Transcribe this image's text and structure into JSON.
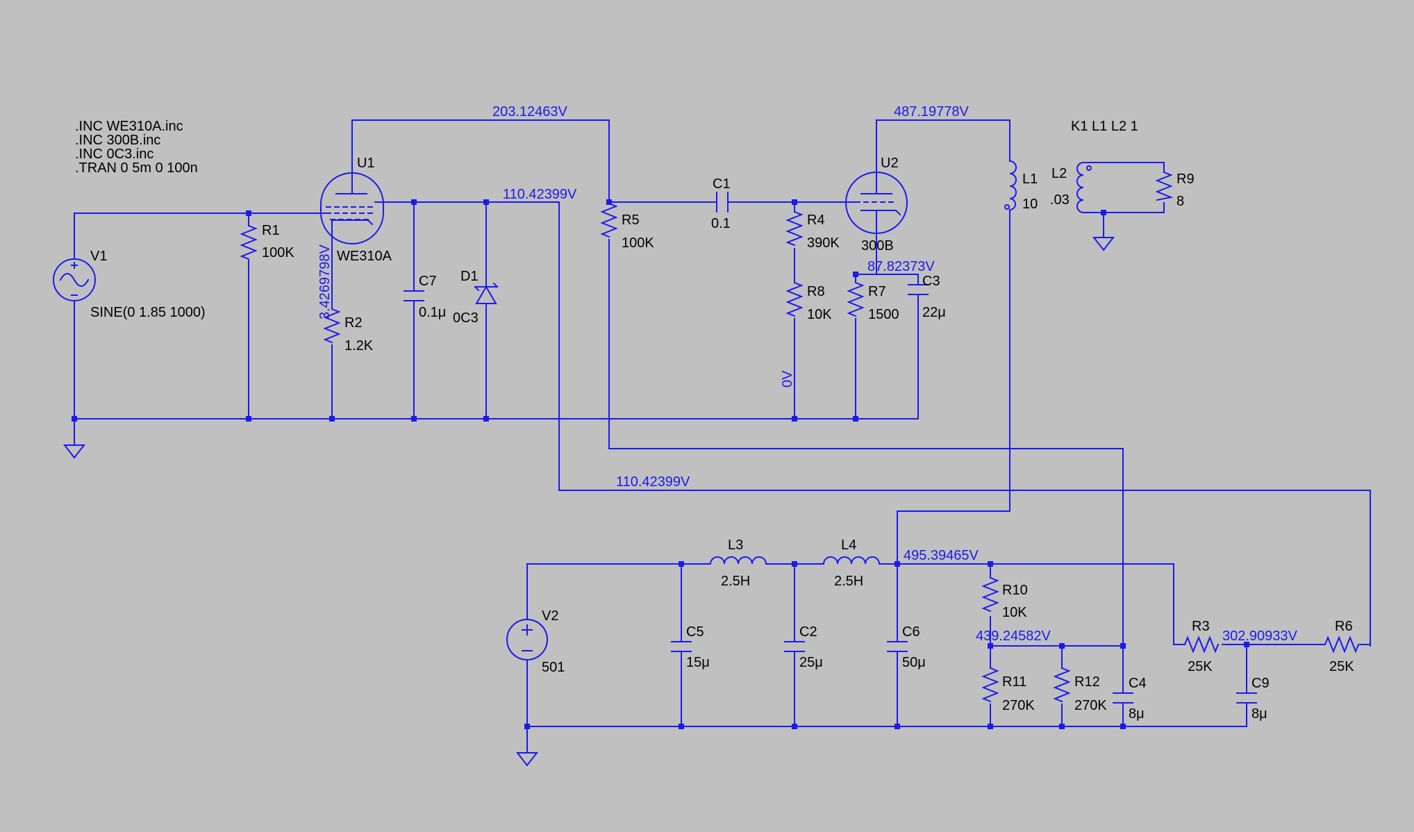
{
  "directives": [
    ".INC WE310A.inc",
    ".INC 300B.inc",
    ".INC 0C3.inc",
    ".TRAN 0 5m 0 100n"
  ],
  "coupling": "K1 L1 L2 1",
  "components": {
    "V1": {
      "name": "V1",
      "value": "SINE(0 1.85 1000)"
    },
    "R1": {
      "name": "R1",
      "value": "100K"
    },
    "U1": {
      "name": "U1",
      "value": "WE310A"
    },
    "R2": {
      "name": "R2",
      "value": "1.2K"
    },
    "C7": {
      "name": "C7",
      "value": "0.1μ"
    },
    "D1": {
      "name": "D1",
      "value": "0C3"
    },
    "R5": {
      "name": "R5",
      "value": "100K"
    },
    "C1": {
      "name": "C1",
      "value": "0.1"
    },
    "R4": {
      "name": "R4",
      "value": "390K"
    },
    "R8": {
      "name": "R8",
      "value": "10K"
    },
    "U2": {
      "name": "U2",
      "value": "300B"
    },
    "R7": {
      "name": "R7",
      "value": "1500"
    },
    "C3": {
      "name": "C3",
      "value": "22μ"
    },
    "L1": {
      "name": "L1",
      "value": "10"
    },
    "L2": {
      "name": "L2",
      "value": ".03"
    },
    "R9": {
      "name": "R9",
      "value": "8"
    },
    "V2": {
      "name": "V2",
      "value": "501"
    },
    "L3": {
      "name": "L3",
      "value": "2.5H"
    },
    "L4": {
      "name": "L4",
      "value": "2.5H"
    },
    "C5": {
      "name": "C5",
      "value": "15μ"
    },
    "C2": {
      "name": "C2",
      "value": "25μ"
    },
    "C6": {
      "name": "C6",
      "value": "50μ"
    },
    "R10": {
      "name": "R10",
      "value": "10K"
    },
    "R11": {
      "name": "R11",
      "value": "270K"
    },
    "R12": {
      "name": "R12",
      "value": "270K"
    },
    "C4": {
      "name": "C4",
      "value": "8μ"
    },
    "R3": {
      "name": "R3",
      "value": "25K"
    },
    "R6": {
      "name": "R6",
      "value": "25K"
    },
    "C9": {
      "name": "C9",
      "value": "8μ"
    }
  },
  "voltages": {
    "u1_plate": "203.12463V",
    "u2_plate": "487.19778V",
    "screen_top": "110.42399V",
    "screen_wire": "110.42399V",
    "u1_cathode": "3.4269798V",
    "u2_cathode": "87.82373V",
    "u2_grid": "0V",
    "supply": "495.39465V",
    "divider": "439.24582V",
    "filter": "302.90933V"
  },
  "colors": {
    "background": "#c0c0c0",
    "wire": "#1a1aee",
    "text": "#000000"
  }
}
